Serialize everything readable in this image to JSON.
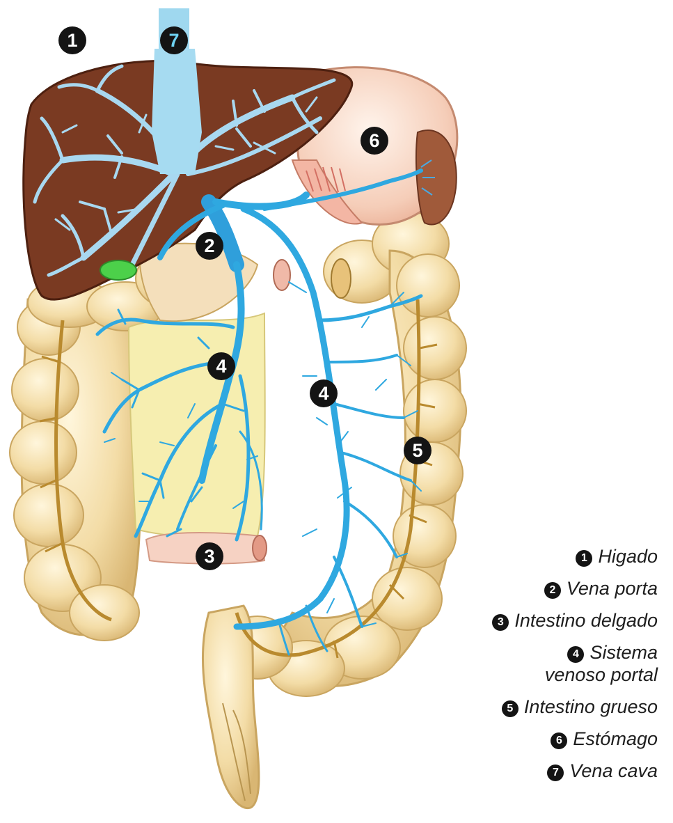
{
  "markers": {
    "m1": "1",
    "m2": "2",
    "m3": "3",
    "m4a": "4",
    "m4b": "4",
    "m5": "5",
    "m6": "6",
    "m7": "7"
  },
  "legend": [
    {
      "number": "1",
      "label": "Higado"
    },
    {
      "number": "2",
      "label": "Vena porta"
    },
    {
      "number": "3",
      "label": "Intestino delgado"
    },
    {
      "number": "4",
      "label_line1": "Sistema",
      "label_line2": "venoso portal"
    },
    {
      "number": "5",
      "label": "Intestino grueso"
    },
    {
      "number": "6",
      "label": "Estómago"
    },
    {
      "number": "7",
      "label": "Vena cava"
    }
  ],
  "colors": {
    "liver": "#7a3a22",
    "vein": "#2fa8e0",
    "vena_cava": "#9fd8ef",
    "colon": "#f1d9a0",
    "colon_band": "#b98a2e",
    "small_intestine": "#f6eeb0",
    "stomach": "#f7d6c4",
    "gallbladder": "#4cd04a",
    "spleen": "#a05a3a"
  }
}
